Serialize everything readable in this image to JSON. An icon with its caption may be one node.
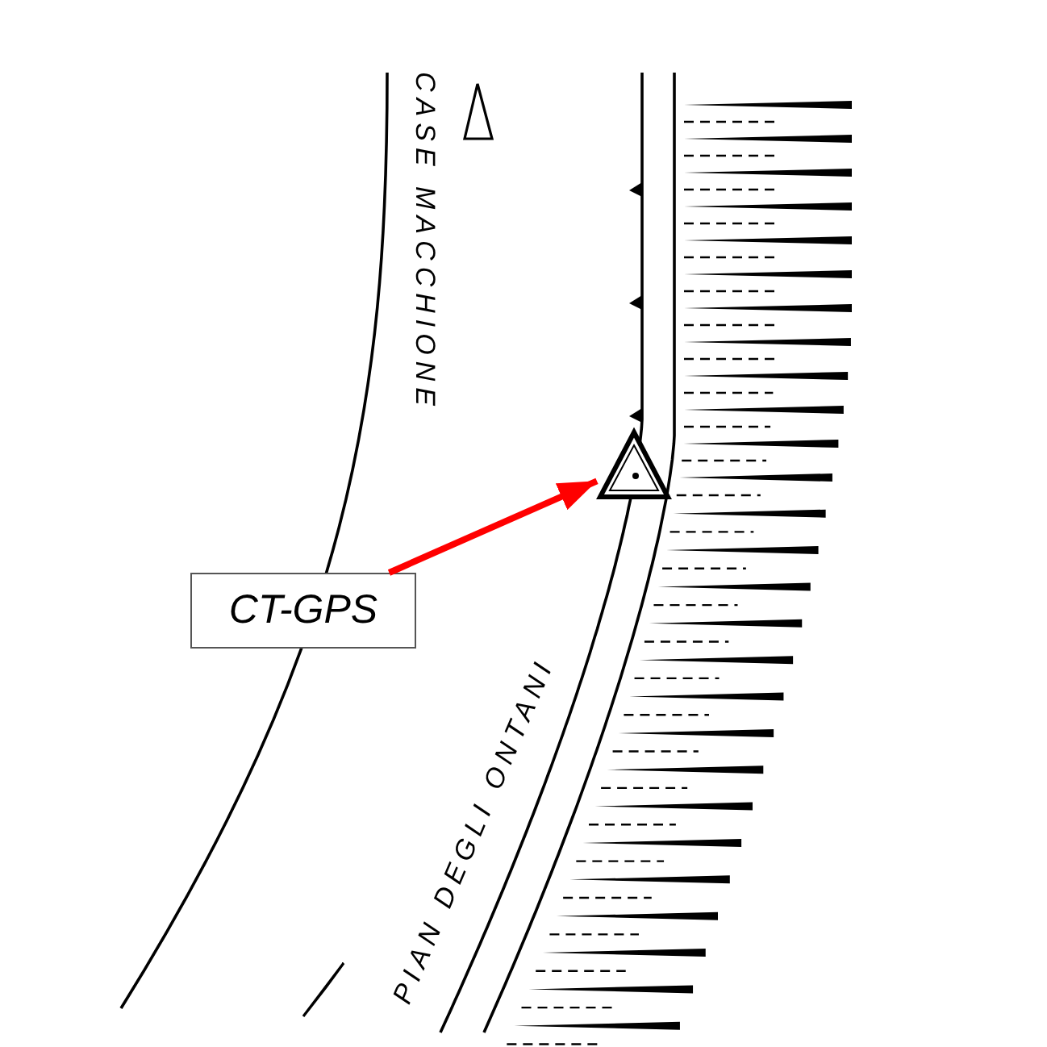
{
  "diagram": {
    "nodes": [
      {
        "text": [
          "CT-GPS"
        ]
      },
      {
        "text": [],
        "shape": "triangle"
      }
    ],
    "edges": [
      {
        "from": 0,
        "to": 1,
        "arrow": "to",
        "color": "#ff0000"
      }
    ],
    "labels": [
      "CASE MACCHIONE",
      "PIAN DEGLI ONTANI"
    ]
  }
}
